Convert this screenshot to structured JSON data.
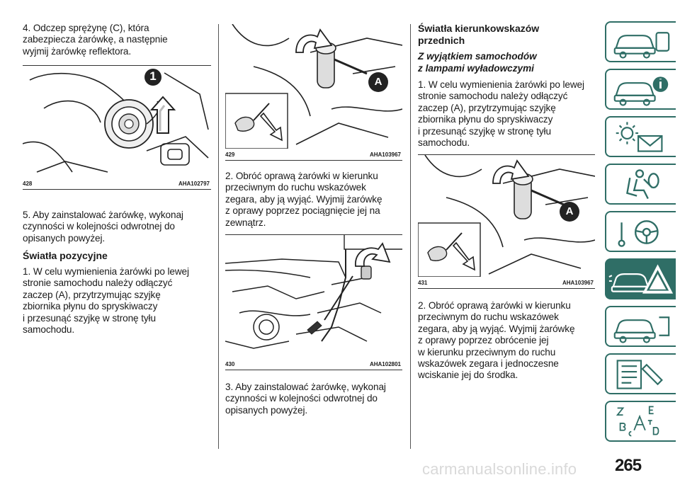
{
  "col1": {
    "para_intro": [
      "4. Odczep sprężynę (C), która",
      "zabezpiecza żarówkę, a następnie",
      "wyjmij żarówkę reflektora."
    ],
    "fig428": {
      "number": "428",
      "code": "AHA102797",
      "callout": "1"
    },
    "para_step5": [
      "5. Aby zainstalować żarówkę, wykonaj",
      "czynności w kolejności odwrotnej do",
      "opisanych powyżej."
    ],
    "heading": "Światła pozycyjne",
    "para_step1": [
      "1. W celu wymienienia żarówki po lewej",
      "stronie samochodu należy odłączyć",
      "zaczep (A), przytrzymując szyjkę",
      "zbiornika płynu do spryskiwaczy",
      "i przesunąć szyjkę w stronę tyłu",
      "samochodu."
    ]
  },
  "col2": {
    "fig429": {
      "number": "429",
      "code": "AHA103967",
      "callout": "A"
    },
    "para_step2": [
      "2. Obróć oprawą żarówki w kierunku",
      "przeciwnym do ruchu wskazówek",
      "zegara, aby ją wyjąć. Wyjmij żarówkę",
      "z oprawy poprzez pociągnięcie jej na",
      "zewnątrz."
    ],
    "fig430": {
      "number": "430",
      "code": "AHA102801"
    },
    "para_step3": [
      "3. Aby zainstalować żarówkę, wykonaj",
      "czynności w kolejności odwrotnej do",
      "opisanych powyżej."
    ]
  },
  "col3": {
    "heading": [
      "Światła kierunkowskazów",
      "przednich"
    ],
    "subheading": [
      "Z wyjątkiem samochodów",
      "z lampami wyładowczymi"
    ],
    "para_step1": [
      "1. W celu wymienienia żarówki po lewej",
      "stronie samochodu należy odłączyć",
      "zaczep (A), przytrzymując szyjkę",
      "zbiornika płynu do spryskiwaczy",
      "i przesunąć szyjkę w stronę tyłu",
      "samochodu."
    ],
    "fig431": {
      "number": "431",
      "code": "AHA103967",
      "callout": "A"
    },
    "para_step2": [
      "2. Obróć oprawą żarówki w kierunku",
      "przeciwnym do ruchu wskazówek",
      "zegara, aby ją wyjąć. Wyjmij żarówkę",
      "z oprawy poprzez obrócenie jej",
      "w kierunku przeciwnym do ruchu",
      "wskazówek zegara i jednoczesne",
      "wciskanie jej do środka."
    ]
  },
  "page_number": "265",
  "watermark": "carmanualsonline.info",
  "sidebar_tabs": [
    {
      "icon": "car-dashboard-icon",
      "active": false
    },
    {
      "icon": "car-info-icon",
      "active": false
    },
    {
      "icon": "warning-light-message-icon",
      "active": false
    },
    {
      "icon": "seat-airbag-icon",
      "active": false
    },
    {
      "icon": "steering-wheel-key-icon",
      "active": false
    },
    {
      "icon": "car-breakdown-warning-icon",
      "active": true
    },
    {
      "icon": "car-service-icon",
      "active": false
    },
    {
      "icon": "specifications-list-icon",
      "active": false
    },
    {
      "icon": "alphabetical-index-icon",
      "active": false
    }
  ],
  "colors": {
    "accent": "#2f6e66",
    "text": "#1a1a1a",
    "watermark": "#d9d9d9"
  }
}
